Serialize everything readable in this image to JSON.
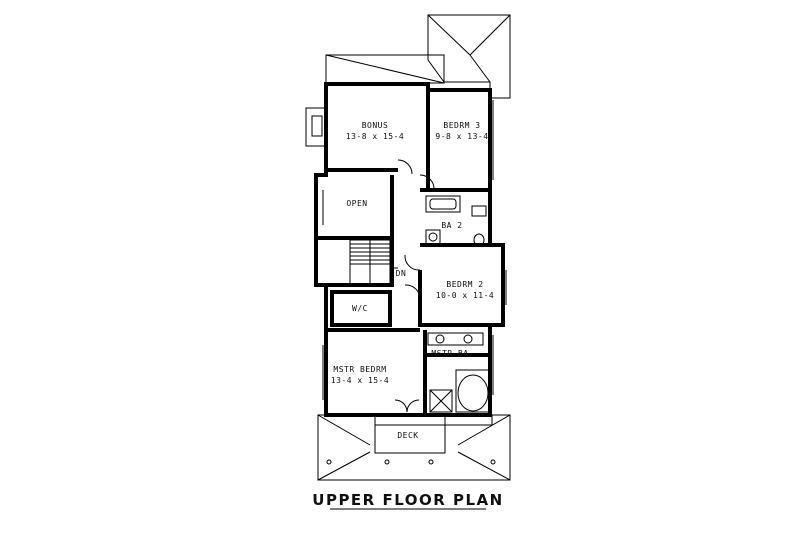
{
  "title": "UPPER FLOOR PLAN",
  "rooms": {
    "bonus": {
      "name": "BONUS",
      "dims": "13-8 x 15-4"
    },
    "bedrm3": {
      "name": "BEDRM 3",
      "dims": "9-8 x 13-4"
    },
    "open": {
      "name": "OPEN"
    },
    "ba2": {
      "name": "BA 2"
    },
    "dn": {
      "name": "DN"
    },
    "bedrm2": {
      "name": "BEDRM 2",
      "dims": "10-0 x 11-4"
    },
    "wic": {
      "name": "W/C"
    },
    "mstr_ba": {
      "name": "MSTR BA"
    },
    "mstr_bedrm": {
      "name": "MSTR BEDRM",
      "dims": "13-4 x 15-4"
    },
    "deck": {
      "name": "DECK"
    }
  },
  "colors": {
    "line": "#000000",
    "background": "#ffffff"
  }
}
